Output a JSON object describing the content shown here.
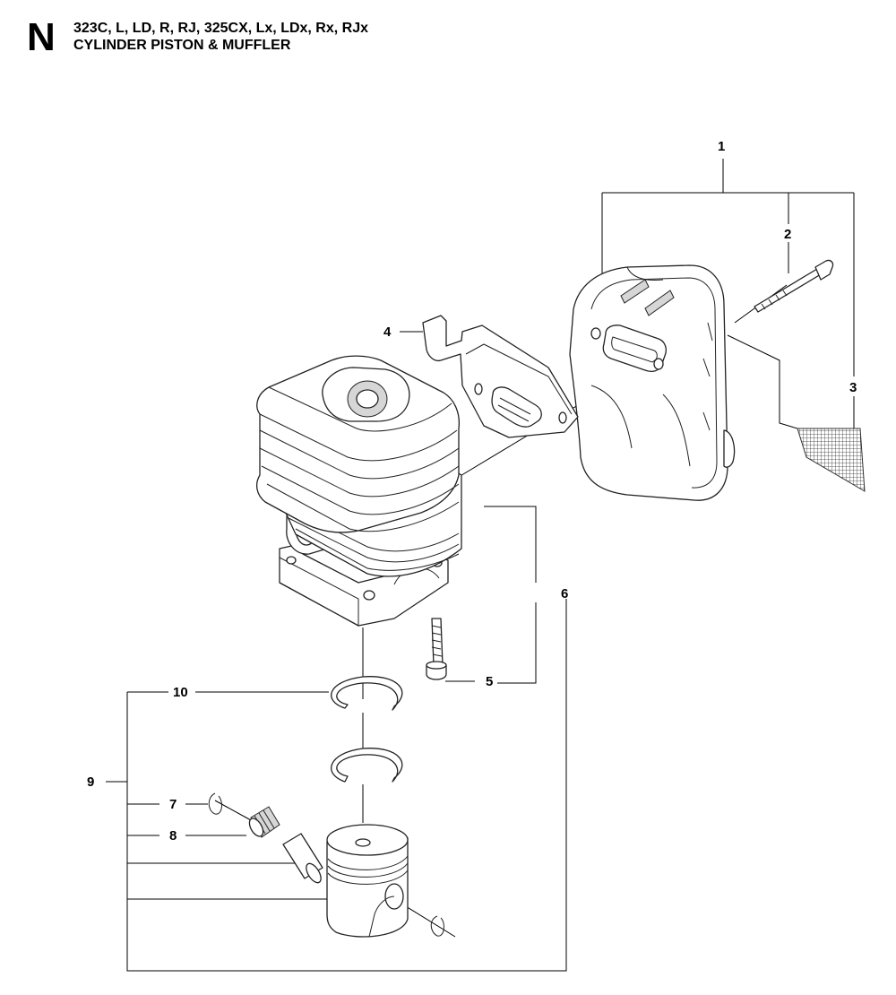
{
  "header": {
    "section_letter": "N",
    "models": "323C, L, LD, R, RJ, 325CX, Lx, LDx, Rx, RJx",
    "title": "CYLINDER PISTON & MUFFLER"
  },
  "callouts": [
    {
      "num": "1",
      "part": "muffler"
    },
    {
      "num": "2",
      "part": "muffler-bolt"
    },
    {
      "num": "3",
      "part": "spark-arrestor-screen"
    },
    {
      "num": "4",
      "part": "muffler-gasket-plate"
    },
    {
      "num": "5",
      "part": "cylinder-bolt"
    },
    {
      "num": "6",
      "part": "cylinder"
    },
    {
      "num": "7",
      "part": "circlip"
    },
    {
      "num": "8",
      "part": "needle-bearing"
    },
    {
      "num": "9",
      "part": "piston-kit"
    },
    {
      "num": "10",
      "part": "piston-ring"
    }
  ]
}
